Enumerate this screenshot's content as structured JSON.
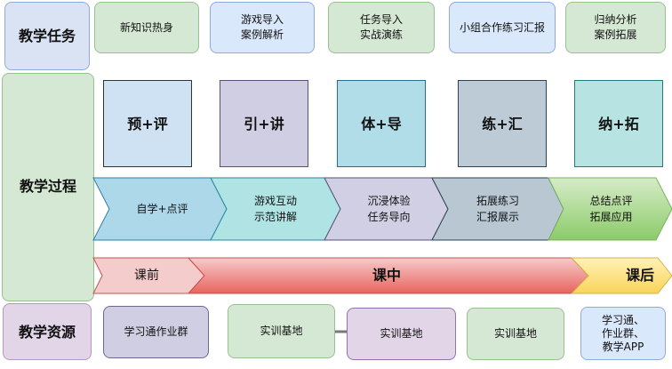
{
  "rows": {
    "task": "教学任务",
    "process": "教学过程",
    "resource": "教学资源"
  },
  "tasks": [
    "新知识热身",
    "游戏导入\n案例解析",
    "任务导入\n实战演练",
    "小组合作练习汇报",
    "归纳分析\n案例拓展"
  ],
  "cards": [
    "预+评",
    "引+讲",
    "体+导",
    "练+汇",
    "纳+拓"
  ],
  "steps": [
    "自学+点评",
    "游戏互动\n示范讲解",
    "沉浸体验\n任务导向",
    "拓展练习\n汇报展示",
    "总结点评\n拓展应用"
  ],
  "phases": [
    "课前",
    "课中",
    "课后"
  ],
  "resources": [
    "学习通作业群",
    "实训基地",
    "实训基地",
    "实训基地",
    "学习通、\n作业群、\n教学APP"
  ]
}
